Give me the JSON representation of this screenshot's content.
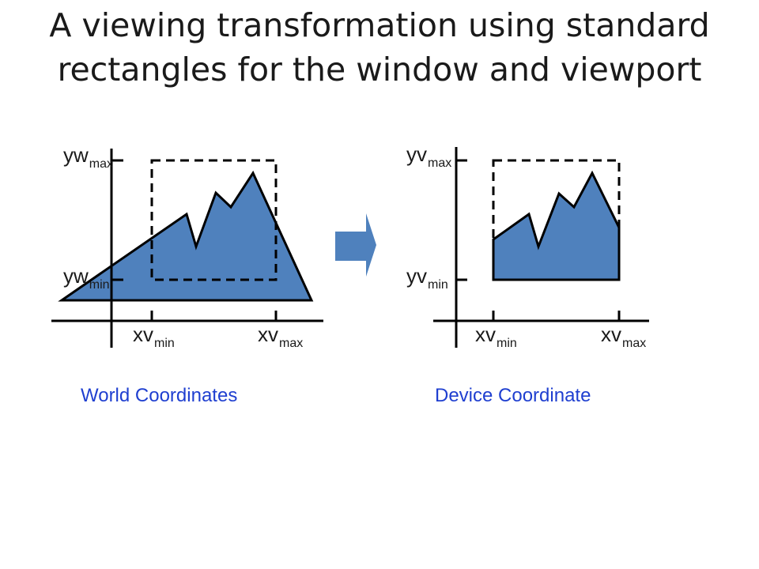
{
  "slide": {
    "title": "A viewing transformation using standard rectangles for the window and viewport"
  },
  "world": {
    "caption": "World Coordinates",
    "y_max_main": "yw",
    "y_max_sub": "max",
    "y_min_main": "yw",
    "y_min_sub": "min",
    "x_min_main": "xv",
    "x_min_sub": "min",
    "x_max_main": "xv",
    "x_max_sub": "max"
  },
  "device": {
    "caption": "Device Coordinate",
    "y_max_main": "yv",
    "y_max_sub": "max",
    "y_min_main": "yv",
    "y_min_sub": "min",
    "x_min_main": "xv",
    "x_min_sub": "min",
    "x_max_main": "xv",
    "x_max_sub": "max"
  },
  "colors": {
    "shape_fill": "#4f81bd",
    "arrow_fill": "#4f81bd",
    "caption": "#1f3fd0"
  }
}
